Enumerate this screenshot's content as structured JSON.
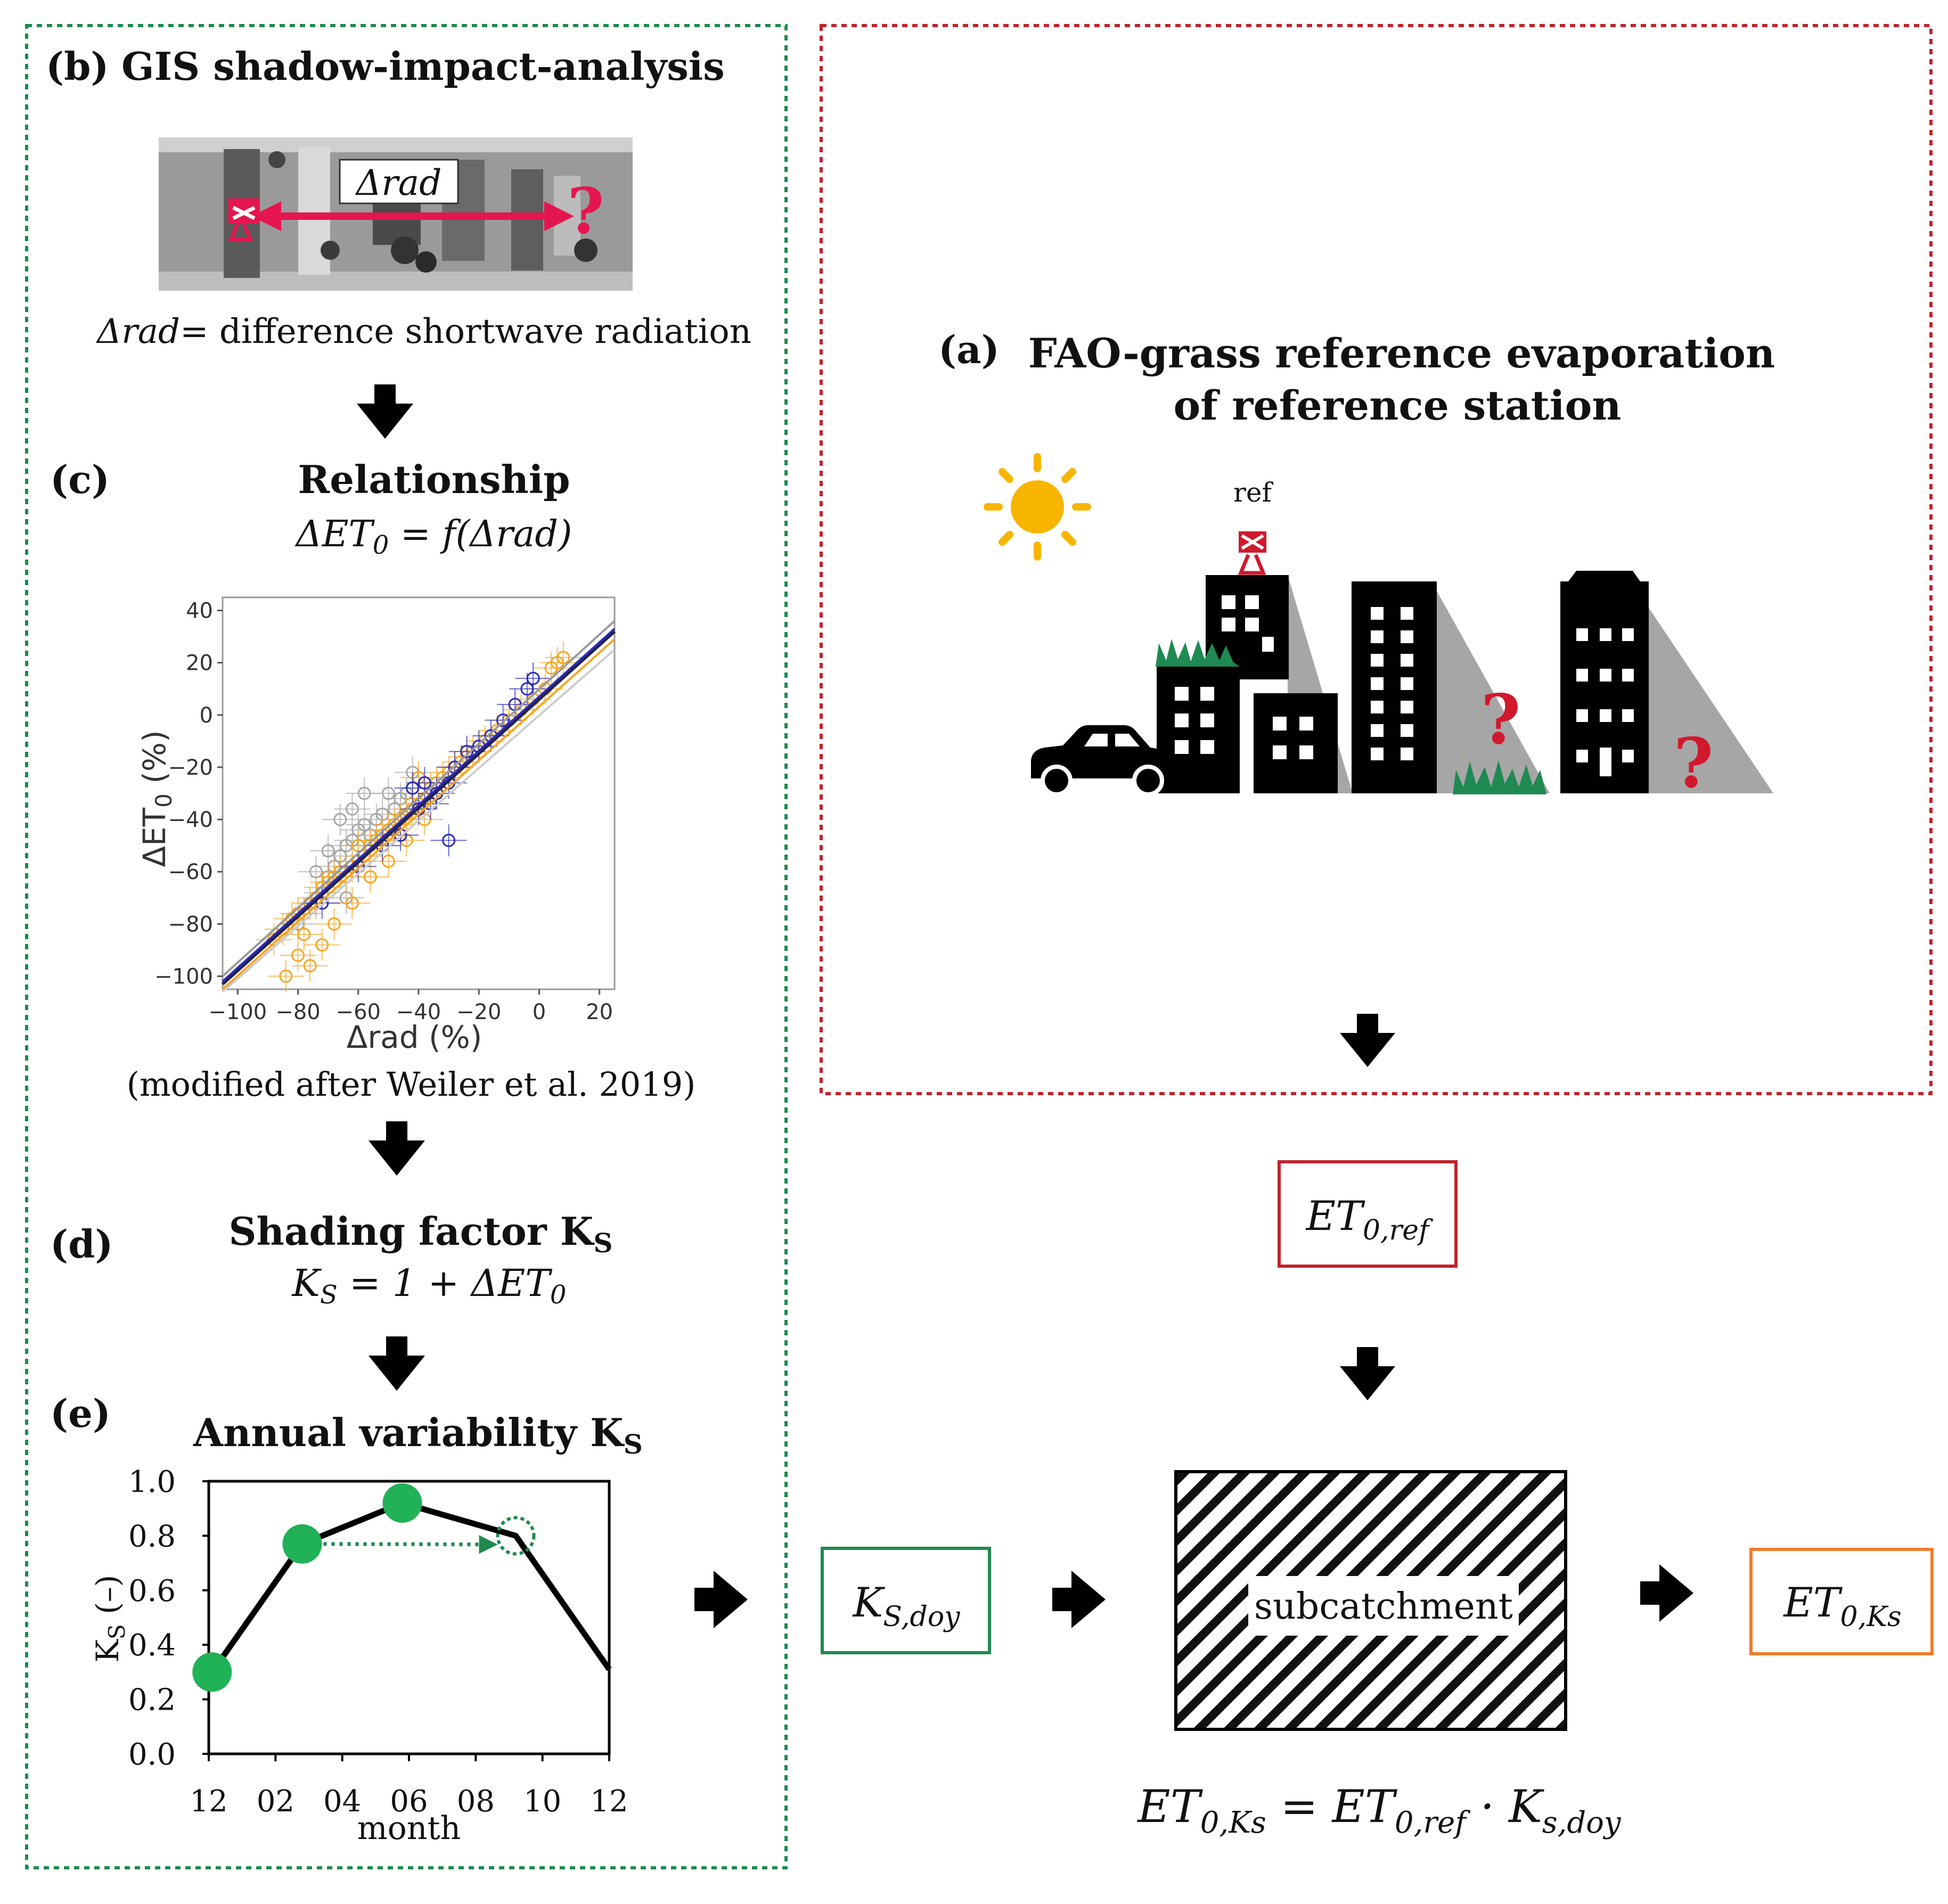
{
  "colors": {
    "green_frame": "#1e8a4e",
    "red_frame": "#c0232b",
    "orange_frame": "#f07d2e",
    "green_point": "#21b157",
    "pink": "#e5164f",
    "sun": "#f7b500",
    "scatter_orange": "#f6a623",
    "scatter_blue": "#2b2bb8",
    "scatter_gray": "#a8a8a8"
  },
  "panel_b": {
    "label": "(b)",
    "title": "GIS shadow-impact-analysis",
    "delta_rad": "Δrad",
    "definition_var": "Δrad",
    "definition_text": "= difference shortwave radiation",
    "question_mark": "?",
    "icon": "satellite-dish-icon"
  },
  "panel_c": {
    "label": "(c)",
    "title": "Relationship",
    "eq_main": "ΔET",
    "eq_sub": "0",
    "eq_rest": " = f(Δrad)",
    "source": "(modified after Weiler et al. 2019)"
  },
  "panel_d": {
    "label": "(d)",
    "title_main": "Shading factor K",
    "title_sub": "S",
    "eq_k": "K",
    "eq_k_sub": "S",
    "eq_mid": " = 1 + ΔET",
    "eq_end_sub": "0"
  },
  "panel_e": {
    "label": "(e)",
    "title_main": "Annual variability K",
    "title_sub": "S"
  },
  "panel_a": {
    "label": "(a)",
    "title_line1": "FAO-grass reference evaporation",
    "title_line2": "of reference station",
    "ref_label": "ref",
    "question_mark": "?",
    "icons": [
      "sun-icon",
      "car-icon",
      "building-icon",
      "satellite-dish-icon",
      "grass-icon"
    ]
  },
  "flow": {
    "et0ref_main": "ET",
    "et0ref_sub": "0,ref",
    "ksdoy_main": "K",
    "ksdoy_sub": "S,doy",
    "subcatchment": "subcatchment",
    "et0ks_main": "ET",
    "et0ks_sub": "0,Ks",
    "eq_lhs_main": "ET",
    "eq_lhs_sub": "0,Ks",
    "eq_eq": " = ",
    "eq_r1_main": "ET",
    "eq_r1_sub": "0,ref",
    "eq_dot": " · ",
    "eq_r2_main": "K",
    "eq_r2_sub": "s,doy"
  },
  "chart_data": [
    {
      "type": "scatter",
      "title": "",
      "xlabel": "Δrad (%)",
      "ylabel_main": "ΔET",
      "ylabel_sub": "0",
      "ylabel_unit": " (%)",
      "xlim": [
        -105,
        25
      ],
      "ylim": [
        -105,
        45
      ],
      "xticks": [
        -100,
        -80,
        -60,
        -40,
        -20,
        0,
        20
      ],
      "yticks": [
        -100,
        -80,
        -60,
        -40,
        -20,
        0,
        20,
        40
      ],
      "grid": false,
      "series": [
        {
          "color": "orange",
          "points": [
            [
              -88,
              -86
            ],
            [
              -85,
              -82
            ],
            [
              -82,
              -78
            ],
            [
              -80,
              -76
            ],
            [
              -78,
              -84
            ],
            [
              -76,
              -72
            ],
            [
              -74,
              -70
            ],
            [
              -72,
              -66
            ],
            [
              -70,
              -64
            ],
            [
              -68,
              -62
            ],
            [
              -66,
              -60
            ],
            [
              -64,
              -62
            ],
            [
              -62,
              -58
            ],
            [
              -60,
              -56
            ],
            [
              -58,
              -54
            ],
            [
              -56,
              -50
            ],
            [
              -54,
              -48
            ],
            [
              -52,
              -46
            ],
            [
              -50,
              -44
            ],
            [
              -48,
              -42
            ],
            [
              -46,
              -40
            ],
            [
              -44,
              -38
            ],
            [
              -42,
              -36
            ],
            [
              -40,
              -34
            ],
            [
              -38,
              -32
            ],
            [
              -36,
              -28
            ],
            [
              -34,
              -26
            ],
            [
              -32,
              -24
            ],
            [
              -30,
              -22
            ],
            [
              -28,
              -20
            ],
            [
              -26,
              -18
            ],
            [
              -24,
              -16
            ],
            [
              -22,
              -14
            ],
            [
              -20,
              -12
            ],
            [
              -18,
              -10
            ],
            [
              -14,
              -6
            ],
            [
              -10,
              -2
            ],
            [
              -6,
              2
            ],
            [
              -2,
              6
            ],
            [
              2,
              10
            ],
            [
              4,
              18
            ],
            [
              6,
              20
            ],
            [
              8,
              22
            ],
            [
              -80,
              -92
            ],
            [
              -76,
              -96
            ],
            [
              -72,
              -88
            ],
            [
              -68,
              -80
            ],
            [
              -62,
              -72
            ],
            [
              -56,
              -62
            ],
            [
              -50,
              -56
            ],
            [
              -44,
              -48
            ],
            [
              -38,
              -40
            ],
            [
              -60,
              -50
            ],
            [
              -40,
              -24
            ],
            [
              -84,
              -100
            ]
          ]
        },
        {
          "color": "blue",
          "points": [
            [
              -72,
              -72
            ],
            [
              -60,
              -58
            ],
            [
              -52,
              -50
            ],
            [
              -46,
              -46
            ],
            [
              -40,
              -36
            ],
            [
              -36,
              -34
            ],
            [
              -34,
              -30
            ],
            [
              -30,
              -26
            ],
            [
              -28,
              -20
            ],
            [
              -24,
              -14
            ],
            [
              -20,
              -12
            ],
            [
              -16,
              -8
            ],
            [
              -12,
              -2
            ],
            [
              -8,
              4
            ],
            [
              -4,
              10
            ],
            [
              -2,
              14
            ],
            [
              -30,
              -48
            ],
            [
              -38,
              -26
            ],
            [
              -42,
              -28
            ]
          ]
        },
        {
          "color": "gray",
          "points": [
            [
              -80,
              -80
            ],
            [
              -78,
              -76
            ],
            [
              -74,
              -72
            ],
            [
              -72,
              -68
            ],
            [
              -70,
              -62
            ],
            [
              -68,
              -58
            ],
            [
              -66,
              -54
            ],
            [
              -64,
              -50
            ],
            [
              -62,
              -48
            ],
            [
              -60,
              -44
            ],
            [
              -58,
              -42
            ],
            [
              -56,
              -46
            ],
            [
              -54,
              -40
            ],
            [
              -52,
              -38
            ],
            [
              -50,
              -30
            ],
            [
              -48,
              -36
            ],
            [
              -46,
              -32
            ],
            [
              -66,
              -40
            ],
            [
              -62,
              -36
            ],
            [
              -58,
              -30
            ],
            [
              -44,
              -30
            ],
            [
              -70,
              -52
            ],
            [
              -74,
              -60
            ],
            [
              -42,
              -22
            ],
            [
              -50,
              -48
            ],
            [
              -64,
              -70
            ]
          ]
        }
      ],
      "fit_lines": [
        {
          "color": "dark",
          "from": [
            -105,
            -103
          ],
          "to": [
            25,
            32
          ]
        },
        {
          "color": "blue",
          "from": [
            -105,
            -102
          ],
          "to": [
            25,
            33
          ]
        },
        {
          "color": "orange",
          "from": [
            -105,
            -105
          ],
          "to": [
            25,
            29
          ]
        },
        {
          "color": "gray",
          "from": [
            -105,
            -100
          ],
          "to": [
            25,
            36
          ]
        },
        {
          "color": "lightgray",
          "from": [
            -105,
            -106
          ],
          "to": [
            25,
            25
          ]
        }
      ]
    },
    {
      "type": "line",
      "title": "",
      "xlabel": "month",
      "ylabel_main": "K",
      "ylabel_sub": "S",
      "ylabel_unit": " (–)",
      "xlim": [
        0,
        12
      ],
      "ylim": [
        0,
        1
      ],
      "xtick_labels": [
        "12",
        "02",
        "04",
        "06",
        "08",
        "10",
        "12"
      ],
      "yticks": [
        "0.0",
        "0.2",
        "0.4",
        "0.6",
        "0.8",
        "1.0"
      ],
      "line": [
        [
          0.1,
          0.3
        ],
        [
          2.8,
          0.77
        ],
        [
          5.8,
          0.92
        ],
        [
          9.2,
          0.8
        ],
        [
          12.0,
          0.31
        ]
      ],
      "markers": [
        [
          0.1,
          0.3
        ],
        [
          2.8,
          0.77
        ],
        [
          5.8,
          0.92
        ]
      ],
      "shifted_marker": [
        9.2,
        0.8
      ],
      "shift_arrow": {
        "from": [
          2.8,
          0.77
        ],
        "to": [
          9.2,
          0.8
        ]
      }
    }
  ]
}
